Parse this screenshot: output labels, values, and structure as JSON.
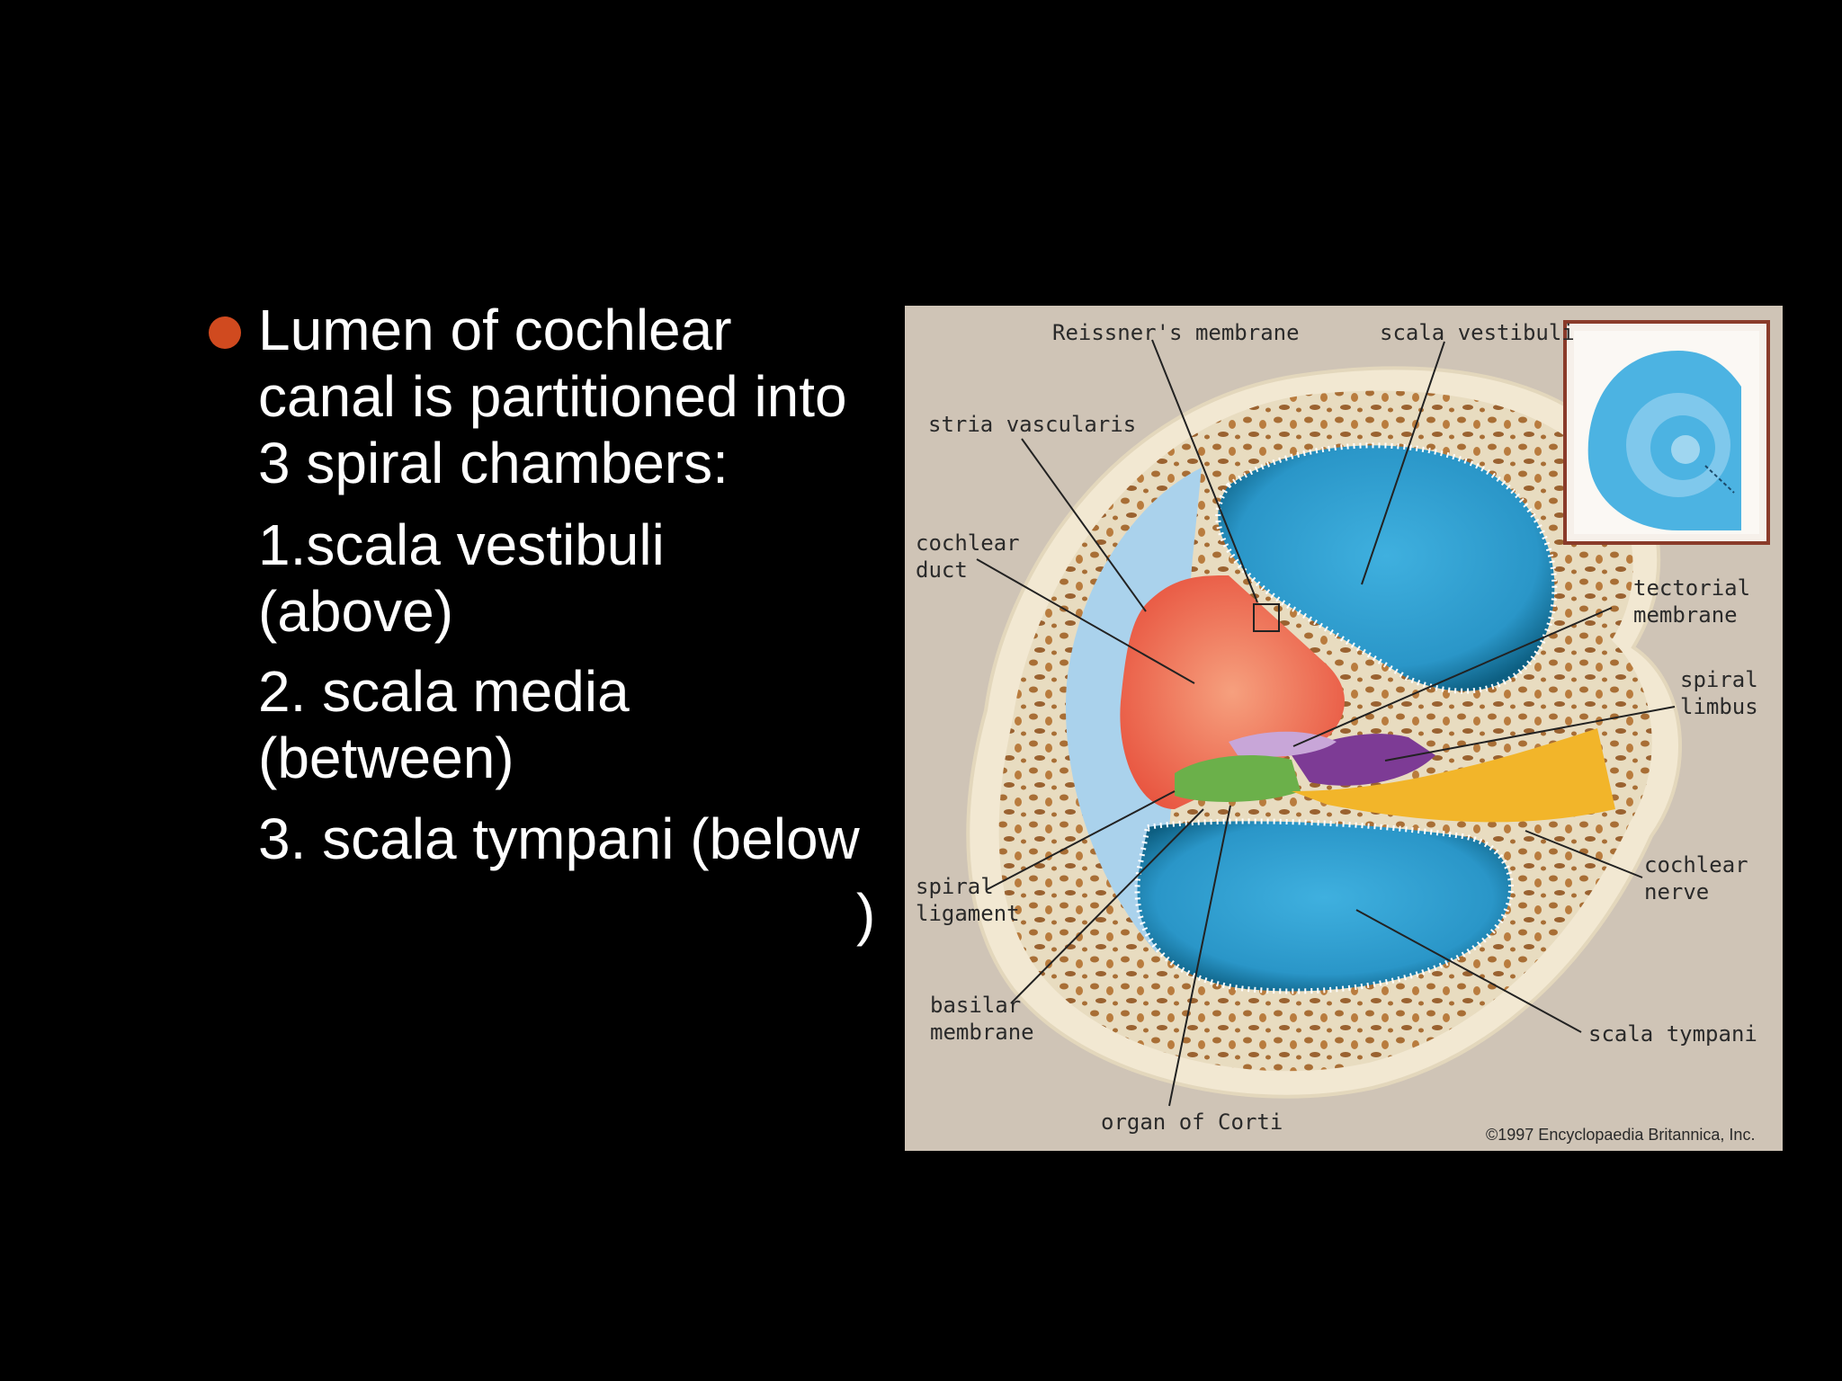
{
  "slide": {
    "bullet_line1": "Lumen of cochlear",
    "bullet_line2": "canal is partitioned into",
    "bullet_line3": "3 spiral chambers:",
    "item1_line1": "1.scala vestibuli",
    "item1_line2": "(above)",
    "item2_line1": "2. scala media",
    "item2_line2": "(between)",
    "item3_line1": "3. scala tympani (below",
    "item3_line2": ")",
    "bullet_color": "#d04a1f"
  },
  "diagram": {
    "labels": {
      "reissners_membrane": "Reissner's membrane",
      "scala_vestibuli": "scala vestibuli",
      "stria_vascularis": "stria vascularis",
      "cochlear_duct_1": "cochlear",
      "cochlear_duct_2": "duct",
      "tectorial_1": "tectorial",
      "tectorial_2": "membrane",
      "spiral_limbus_1": "spiral",
      "spiral_limbus_2": "limbus",
      "cochlear_nerve_1": "cochlear",
      "cochlear_nerve_2": "nerve",
      "spiral_ligament_1": "spiral",
      "spiral_ligament_2": "ligament",
      "basilar_1": "basilar",
      "basilar_2": "membrane",
      "scala_tympani": "scala tympani",
      "organ_of_corti": "organ of Corti",
      "copyright": "©1997 Encyclopaedia Britannica, Inc."
    },
    "colors": {
      "background": "#cfc4b6",
      "bone": "#e8dcc0",
      "bone_spots": "#a86e35",
      "scala_blue": "#2e9ed0",
      "scala_dark": "#0d5f82",
      "cochlear_duct": "#f0745a",
      "ligament": "#aad2ec",
      "nerve": "#f2b52a",
      "limbus": "#7d3b95",
      "tectorial": "#c8a6d8",
      "corti": "#6bb04a"
    }
  }
}
